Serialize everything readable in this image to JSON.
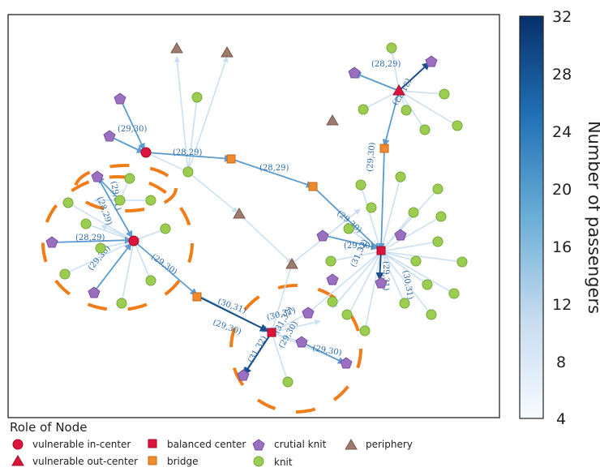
{
  "colorbar": {
    "title": "Number of passengers",
    "ticks": [
      "32",
      "28",
      "24",
      "20",
      "16",
      "12",
      "8",
      "4"
    ],
    "min": 4,
    "max": 32
  },
  "legend": {
    "title": "Role of Node",
    "items": [
      {
        "label": "vulnerable in-center",
        "shape": "circle",
        "color": "#dc143c"
      },
      {
        "label": "vulnerable out-center",
        "shape": "triangle",
        "color": "#dc143c"
      },
      {
        "label": "balanced center",
        "shape": "square",
        "color": "#dc143c"
      },
      {
        "label": "bridge",
        "shape": "square",
        "color": "#f08a2c"
      },
      {
        "label": "crutial knit",
        "shape": "pentagon",
        "color": "#9b6fc0"
      },
      {
        "label": "knit",
        "shape": "circle",
        "color": "#9acd50"
      },
      {
        "label": "periphery",
        "shape": "triangle",
        "color": "#9c7a6e"
      }
    ]
  },
  "colors": {
    "vulnerable": "#dc143c",
    "bridge": "#f08a2c",
    "crutial_knit": "#9b6fc0",
    "knit": "#9acd50",
    "periphery": "#9c7a6e",
    "community_ring": "#f07d1a"
  },
  "edge_labels": [
    "(28,29)",
    "(29,30)",
    "(29,31)",
    "(28,29)",
    "(28,29)",
    "(29,30)",
    "(28,29)",
    "(29,30)",
    "(29,30)",
    "(28,29)",
    "(30,31)",
    "(29,30)",
    "(30,31)",
    "(31,32)",
    "(29,30)",
    "(31,32)",
    "(29,30)",
    "(31,32)",
    "(29,31)",
    "(29,30)",
    "(28,29)",
    "(29,30)",
    "(31,32)",
    "(30,31)",
    "(29,30)",
    "(28,29)"
  ]
}
